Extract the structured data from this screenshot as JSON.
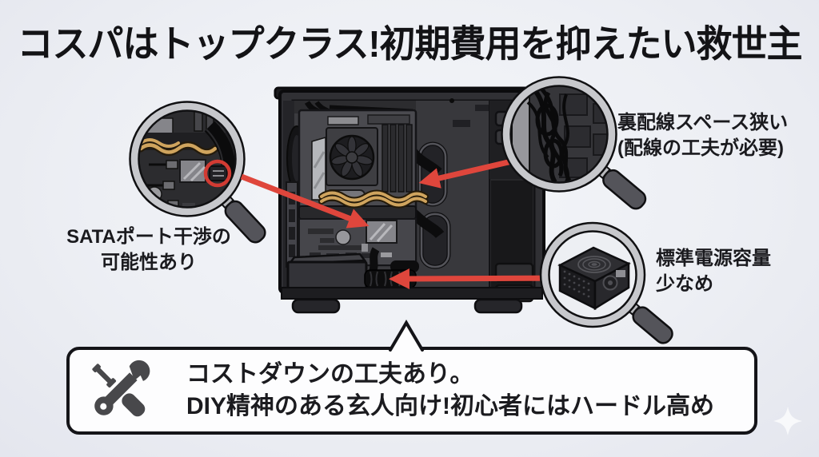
{
  "title": "コスパはトップクラス!初期費用を抑えたい救世主",
  "annotations": {
    "sata": {
      "line1": "SATAポート干渉の",
      "line2": "可能性あり"
    },
    "back_wiring": {
      "line1": "裏配線スペース狭い",
      "line2": "(配線の工夫が必要)"
    },
    "psu": {
      "line1": "標準電源容量",
      "line2": "少なめ"
    }
  },
  "callout": {
    "line1": "コストダウンの工夫あり。",
    "line2": "DIY精神のある玄人向け!初心者にはハードル高め"
  },
  "icons": {
    "magnifier": "magnifier-icon",
    "tools": "crossed-tools-icon",
    "sparkle": "sparkle-icon"
  },
  "colors": {
    "background": "#edeff4",
    "arrow": "#df463c",
    "highlight_circle": "#d23b33",
    "cable_yellow": "#cfa45e",
    "ink": "#141418",
    "bubble_background": "#fdfdfe"
  }
}
